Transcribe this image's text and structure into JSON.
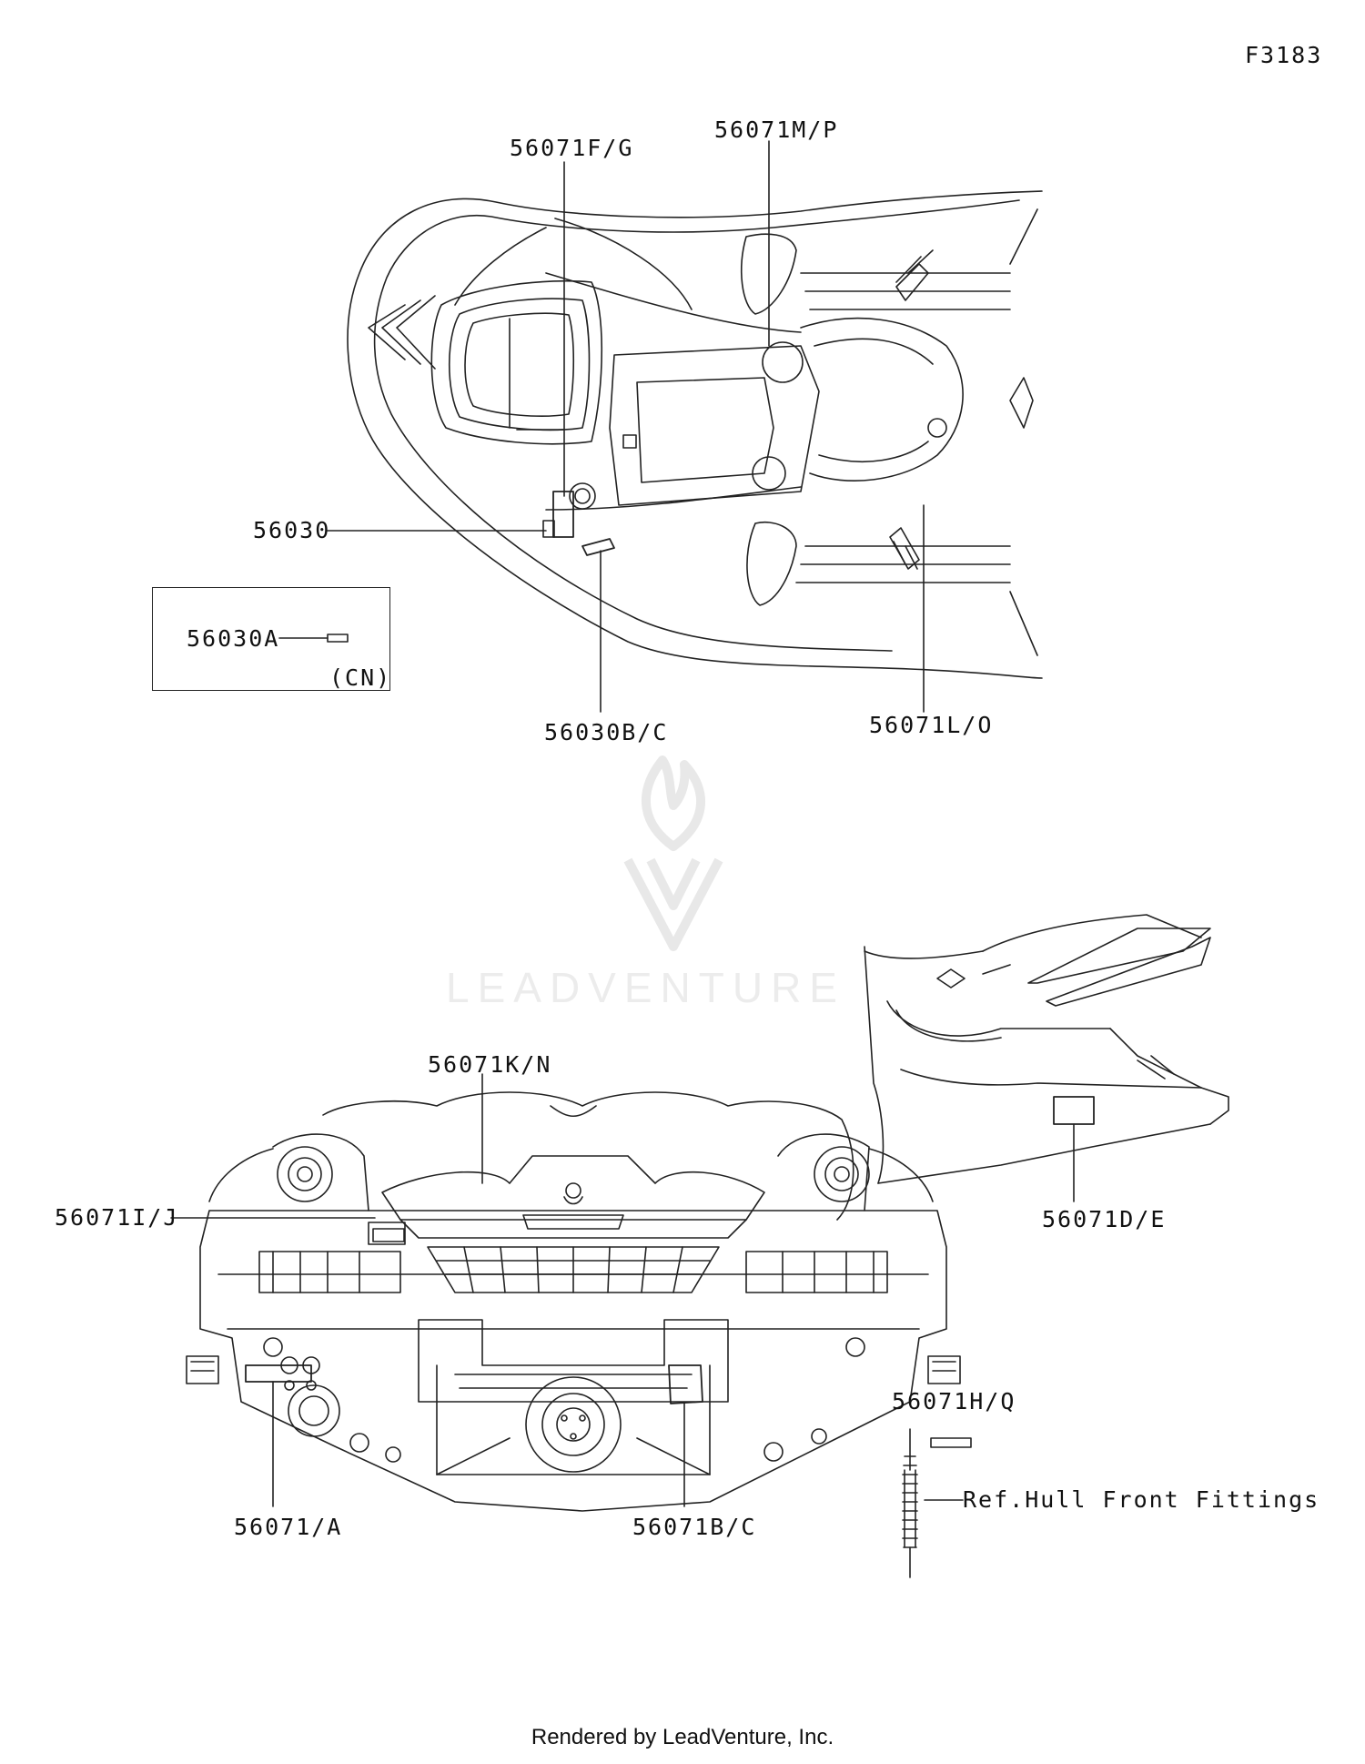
{
  "figure_code": "F3183",
  "watermark": {
    "brand": "LEADVENTURE"
  },
  "callouts": {
    "l_56071FG": "56071F/G",
    "l_56071MP": "56071M/P",
    "l_56030": "56030",
    "l_56030BC": "56030B/C",
    "l_56071LO": "56071L/O",
    "l_56071KN": "56071K/N",
    "l_56071IJ": "56071I/J",
    "l_56071A": "56071/A",
    "l_56071BC": "56071B/C",
    "l_56071DE": "56071D/E",
    "l_56071HQ": "56071H/Q",
    "ref_hull": "Ref.Hull Front Fittings"
  },
  "inset_box": {
    "part": "56030A",
    "region": "(CN)"
  },
  "footer": "Rendered by LeadVenture, Inc."
}
